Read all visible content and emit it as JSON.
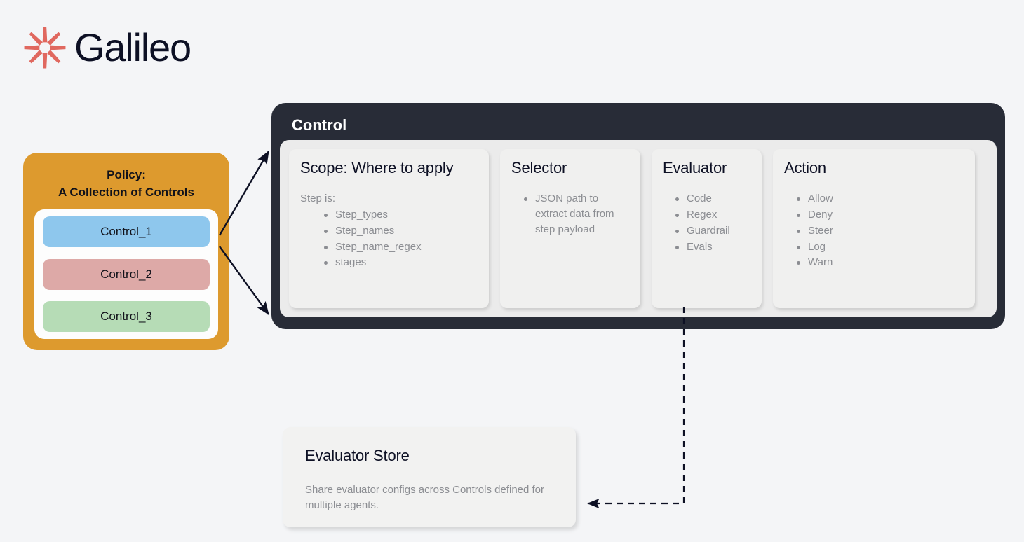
{
  "brand": {
    "name": "Galileo",
    "logo_icon": "galileo-starburst-icon",
    "logo_color": "#e0685f",
    "wordmark_color": "#0d1024"
  },
  "background_color": "#f4f5f7",
  "policy": {
    "title": "Policy:\nA Collection of Controls",
    "box_color": "#dd9a2e",
    "controls": [
      {
        "label": "Control_1",
        "color": "#8ec7ed"
      },
      {
        "label": "Control_2",
        "color": "#dda9a7"
      },
      {
        "label": "Control_3",
        "color": "#b6dcb6"
      }
    ]
  },
  "control_panel": {
    "title": "Control",
    "panel_color": "#282c37",
    "inner_color": "#ebebeb",
    "cards": [
      {
        "title": "Scope: Where to apply",
        "lead": "Step is:",
        "items": [
          "Step_types",
          "Step_names",
          "Step_name_regex",
          "stages"
        ]
      },
      {
        "title": "Selector",
        "lead": "",
        "items": [
          "JSON path to extract data from step payload"
        ]
      },
      {
        "title": "Evaluator",
        "lead": "",
        "items": [
          "Code",
          "Regex",
          "Guardrail",
          "Evals"
        ]
      },
      {
        "title": "Action",
        "lead": "",
        "items": [
          "Allow",
          "Deny",
          "Steer",
          "Log",
          "Warn"
        ]
      }
    ]
  },
  "evaluator_store": {
    "title": "Evaluator Store",
    "description": "Share evaluator configs across Controls defined for multiple agents."
  },
  "connectors": {
    "policy_to_control_upper": "solid-arrow",
    "policy_to_control_lower": "solid-arrow",
    "evaluator_to_store": "dashed-arrow"
  }
}
